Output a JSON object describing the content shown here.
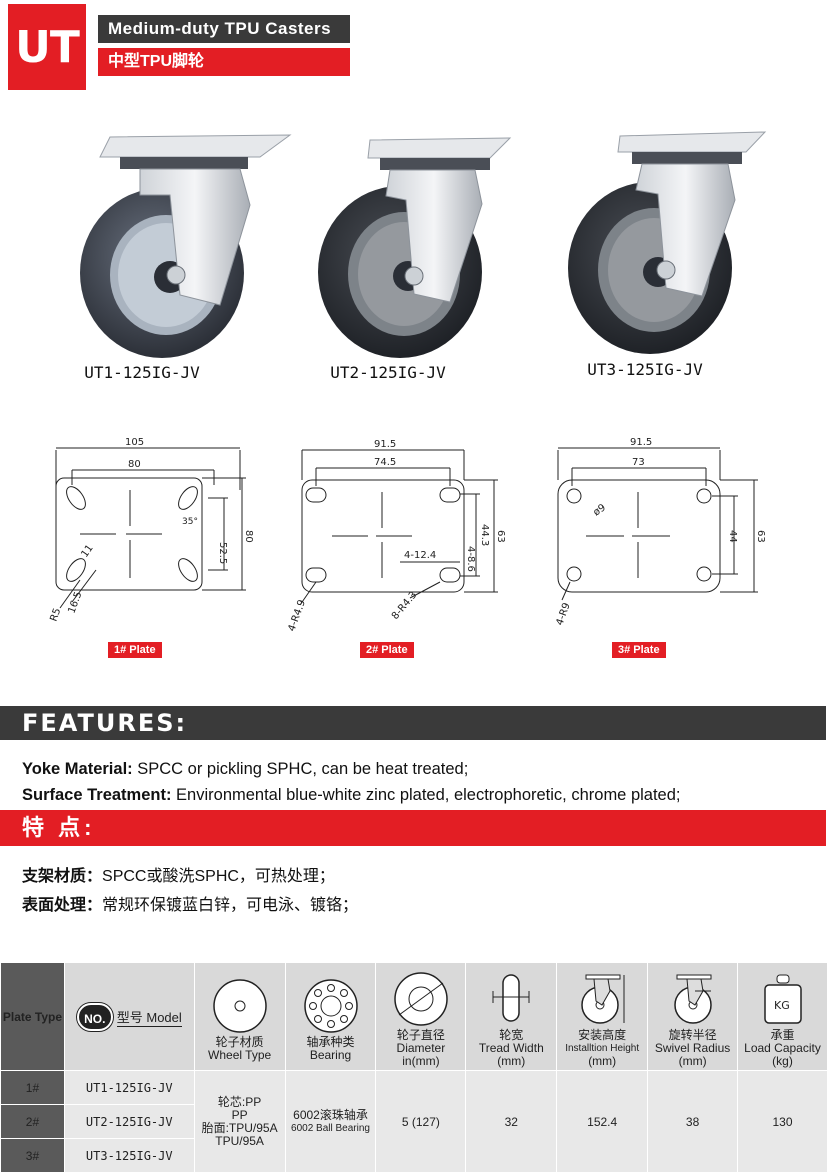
{
  "header": {
    "logo": "UT",
    "title_en": "Medium-duty TPU Casters",
    "title_cn": "中型TPU脚轮"
  },
  "models": [
    "UT1-125IG-JV",
    "UT2-125IG-JV",
    "UT3-125IG-JV"
  ],
  "plates": {
    "p1": {
      "tag": "1# Plate",
      "dims": {
        "w_outer": "105",
        "w_inner": "80",
        "h_inner": "52.5",
        "h_outer": "80",
        "angle": "35°",
        "slot": "11",
        "slot_len": "16.5",
        "hole": "R5"
      }
    },
    "p2": {
      "tag": "2# Plate",
      "dims": {
        "w_outer": "91.5",
        "w_inner": "74.5",
        "h_inner": "44.3",
        "h_outer": "63",
        "slot": "4-12.4",
        "slot_w": "4-8.6",
        "radius_a": "4-R4.9",
        "radius_b": "8-R4.3"
      }
    },
    "p3": {
      "tag": "3# Plate",
      "dims": {
        "w_outer": "91.5",
        "w_inner": "73",
        "h_inner": "44",
        "h_outer": "63",
        "hole": "ø9",
        "radius": "4-R9"
      }
    }
  },
  "features": {
    "heading": "FEATURES:",
    "yoke_label": "Yoke Material:",
    "yoke_text": " SPCC or pickling SPHC, can be heat treated;",
    "surface_label": "Surface Treatment:",
    "surface_text": " Environmental blue-white zinc plated, electrophoretic, chrome plated;",
    "cn_heading": "特  点:",
    "cn_yoke_label": "支架材质：",
    "cn_yoke_text": "SPCC或酸洗SPHC，可热处理；",
    "cn_surface_label": "表面处理：",
    "cn_surface_text": "常规环保镀蓝白锌，可电泳、镀铬；"
  },
  "table": {
    "plate_type": "Plate Type",
    "no_badge": "NO.",
    "model_header": "型号 Model",
    "columns": [
      {
        "cn": "轮子材质",
        "en": "Wheel Type",
        "icon": "wheel-icon"
      },
      {
        "cn": "轴承种类",
        "en": "Bearing",
        "icon": "bearing-icon"
      },
      {
        "cn": "轮子直径",
        "en": "Diameter",
        "en2": "in(mm)",
        "icon": "diameter-icon"
      },
      {
        "cn": "轮宽",
        "en": "Tread Width",
        "en2": "(mm)",
        "icon": "tread-icon"
      },
      {
        "cn": "安装高度",
        "en": "Installtion Height",
        "en2": "(mm)",
        "icon": "height-icon"
      },
      {
        "cn": "旋转半径",
        "en": "Swivel Radius",
        "en2": "(mm)",
        "icon": "radius-icon"
      },
      {
        "cn": "承重",
        "en": "Load Capacity",
        "en2": "(kg)",
        "icon": "weight-icon",
        "icon_text": "KG"
      }
    ],
    "rows": [
      {
        "idx": "1#",
        "model": "UT1-125IG-JV"
      },
      {
        "idx": "2#",
        "model": "UT2-125IG-JV"
      },
      {
        "idx": "3#",
        "model": "UT3-125IG-JV"
      }
    ],
    "wheel_type": [
      "轮芯:PP",
      "PP",
      "胎面:TPU/95A",
      "TPU/95A"
    ],
    "bearing": [
      "6002滚珠轴承",
      "6002 Ball Bearing"
    ],
    "diameter": "5 (127)",
    "tread": "32",
    "height": "152.4",
    "radius": "38",
    "load": "130"
  }
}
